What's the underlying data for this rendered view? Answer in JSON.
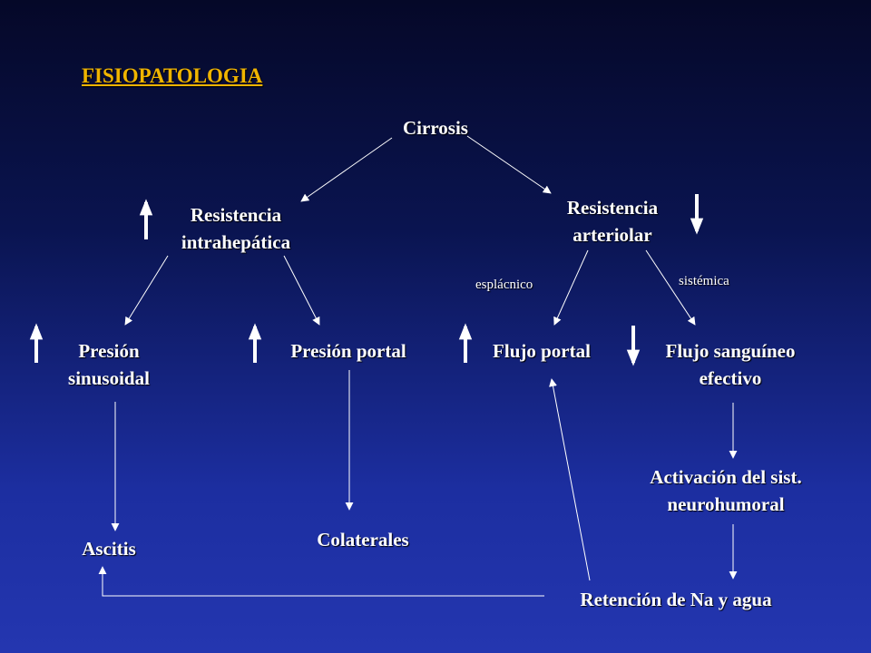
{
  "title": "FISIOPATOLOGIA",
  "colors": {
    "title": "#f0b400",
    "text": "#ffffff",
    "lines": "#ffffff"
  },
  "nodes": {
    "cirrosis": "Cirrosis",
    "resistencia_intrahepatica": [
      "Resistencia",
      "intrahepática"
    ],
    "resistencia_arteriolar": [
      "Resistencia",
      "arteriolar"
    ],
    "presion_sinusoidal": [
      "Presión",
      "sinusoidal"
    ],
    "presion_portal": "Presión portal",
    "flujo_portal": "Flujo portal",
    "flujo_sanguineo_efectivo": [
      "Flujo sanguíneo",
      "efectivo"
    ],
    "activacion": [
      "Activación del sist.",
      "neurohumoral"
    ],
    "ascitis": "Ascitis",
    "colaterales": "Colaterales",
    "retencion": "Retención de Na y agua"
  },
  "edge_labels": {
    "esplacnico": "esplácnico",
    "sistemica": "sistémica"
  },
  "indicators": {
    "resistencia_intrahepatica": "up",
    "resistencia_arteriolar": "down",
    "presion_sinusoidal": "up",
    "presion_portal": "up",
    "flujo_portal": "up",
    "flujo_sanguineo_efectivo": "down"
  }
}
